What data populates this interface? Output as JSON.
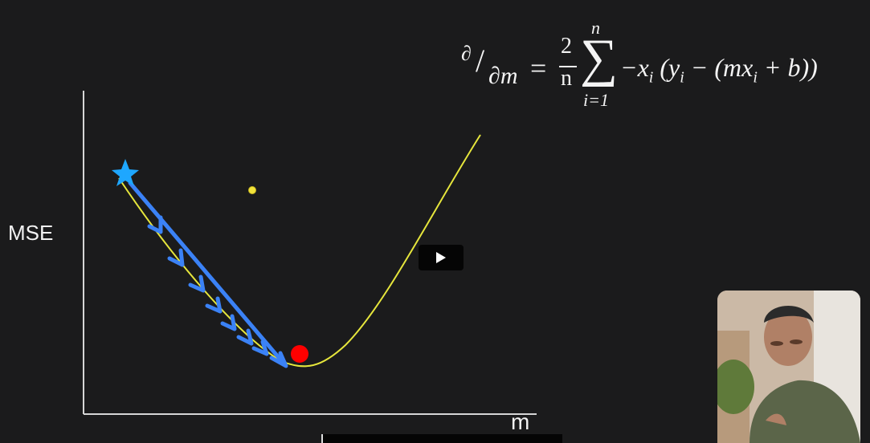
{
  "axes": {
    "y_label": "MSE",
    "x_label": "m"
  },
  "formula": {
    "partial_num": "∂",
    "partial_den": "∂m",
    "equals": "=",
    "frac_num": "2",
    "frac_den": "n",
    "sum_symbol": "∑",
    "sum_upper": "n",
    "sum_lower": "i=1",
    "body_start": "−x",
    "body_sub_i": "i",
    "body_mid": " (y",
    "body_mid2": " − (mx",
    "body_end": " + b))"
  },
  "controls": {
    "play_button_icon": "play-icon"
  },
  "colors": {
    "background": "#1b1b1c",
    "curve": "#e6e63c",
    "arrows": "#3b82f6",
    "start_star": "#1ea7ff",
    "minimum_point": "#ff0000",
    "small_point": "#f2e33a"
  },
  "webcam": {
    "icon": "presenter-video"
  }
}
